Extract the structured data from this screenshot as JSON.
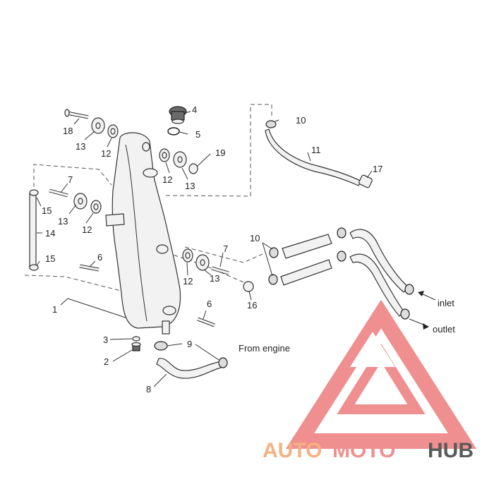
{
  "diagram": {
    "callouts": [
      {
        "id": "c1",
        "label": "1"
      },
      {
        "id": "c2",
        "label": "2"
      },
      {
        "id": "c3",
        "label": "3"
      },
      {
        "id": "c4",
        "label": "4"
      },
      {
        "id": "c5",
        "label": "5"
      },
      {
        "id": "c6a",
        "label": "6"
      },
      {
        "id": "c6b",
        "label": "6"
      },
      {
        "id": "c7a",
        "label": "7"
      },
      {
        "id": "c7b",
        "label": "7"
      },
      {
        "id": "c8",
        "label": "8"
      },
      {
        "id": "c9",
        "label": "9"
      },
      {
        "id": "c10a",
        "label": "10"
      },
      {
        "id": "c10b",
        "label": "10"
      },
      {
        "id": "c11",
        "label": "11"
      },
      {
        "id": "c12a",
        "label": "12"
      },
      {
        "id": "c12b",
        "label": "12"
      },
      {
        "id": "c12c",
        "label": "12"
      },
      {
        "id": "c12d",
        "label": "12"
      },
      {
        "id": "c13a",
        "label": "13"
      },
      {
        "id": "c13b",
        "label": "13"
      },
      {
        "id": "c13c",
        "label": "13"
      },
      {
        "id": "c13d",
        "label": "13"
      },
      {
        "id": "c14",
        "label": "14"
      },
      {
        "id": "c15a",
        "label": "15"
      },
      {
        "id": "c15b",
        "label": "15"
      },
      {
        "id": "c16",
        "label": "16"
      },
      {
        "id": "c17",
        "label": "17"
      },
      {
        "id": "c18",
        "label": "18"
      },
      {
        "id": "c19",
        "label": "19"
      }
    ],
    "notes": {
      "inlet": "inlet",
      "outlet": "outlet",
      "from_engine": "From engine"
    }
  },
  "watermark": {
    "word_part1": "AUTO",
    "word_part2": "MOTO",
    "word_part3": "HUB",
    "color_orange": "#f4b183",
    "color_red": "#ef8f8f",
    "color_dark": "#5a5a5a"
  }
}
